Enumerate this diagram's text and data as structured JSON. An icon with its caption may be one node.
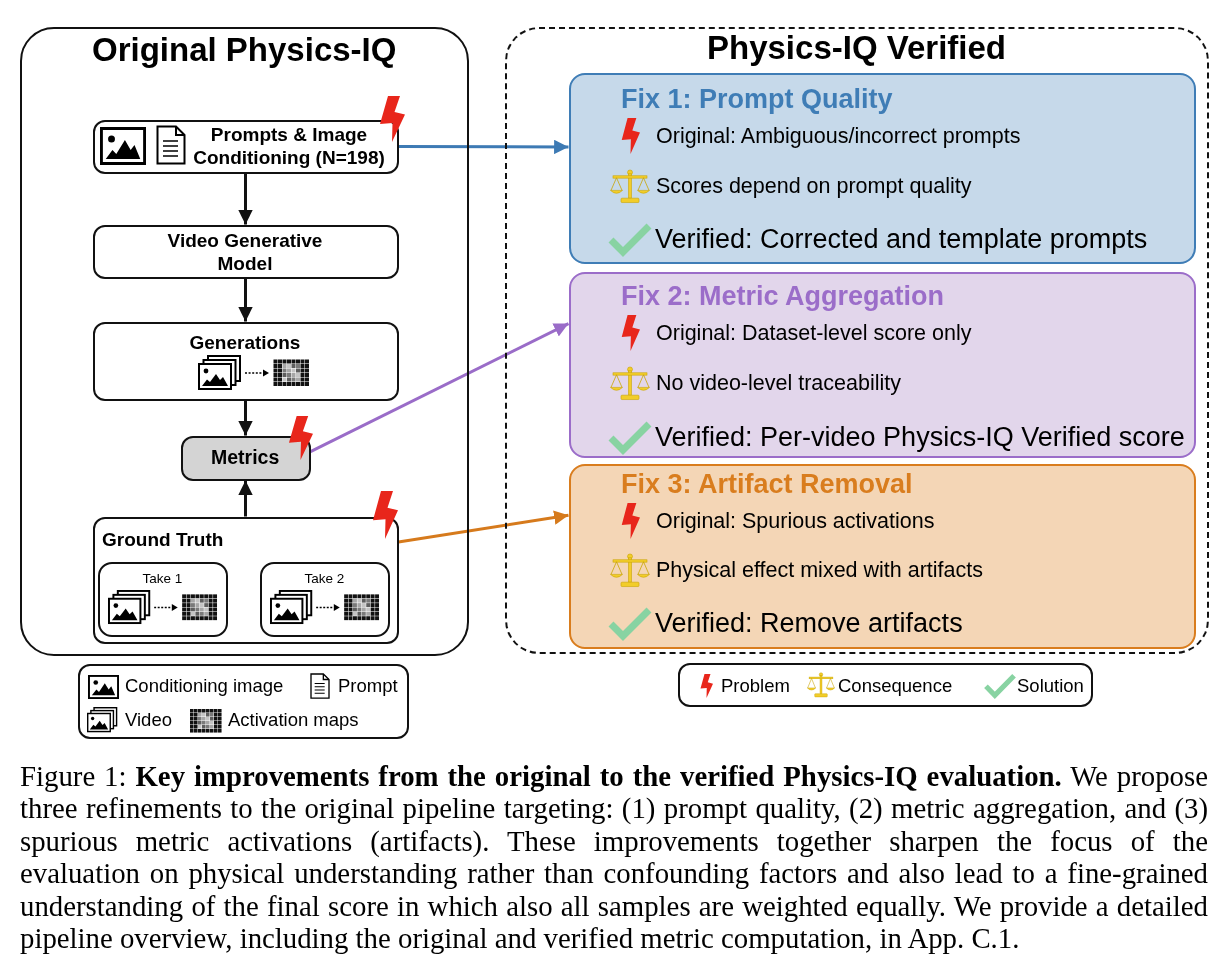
{
  "diagram": {
    "nodes": [
      {
        "text": [
          "Original Physics-IQ"
        ]
      },
      {
        "text": [
          "Prompts & Image Conditioning (N=198)"
        ],
        "in": 0
      },
      {
        "text": [
          "Video Generative Model"
        ],
        "in": 0
      },
      {
        "text": [
          "Generations"
        ],
        "in": 0
      },
      {
        "text": [
          "Metrics"
        ],
        "in": 0
      },
      {
        "text": [
          "Ground Truth"
        ],
        "in": 0
      },
      {
        "text": [
          "Take 1"
        ],
        "in": 5
      },
      {
        "text": [
          "Take 2"
        ],
        "in": 5
      },
      {
        "text": [
          "Physics-IQ Verified"
        ]
      },
      {
        "text": [
          "Fix 1: Prompt Quality",
          "Original: Ambiguous/incorrect prompts",
          "Scores depend on prompt quality",
          "Verified: Corrected and template prompts"
        ],
        "in": 8
      },
      {
        "text": [
          "Fix 2: Metric Aggregation",
          "Original: Dataset-level score only",
          "No video-level traceability",
          "Verified: Per-video Physics-IQ Verified score"
        ],
        "in": 8
      },
      {
        "text": [
          "Fix 3: Artifact Removal",
          "Original: Spurious activations",
          "Physical effect mixed with artifacts",
          "Verified: Remove artifacts"
        ],
        "in": 8
      }
    ],
    "edges": [
      {
        "from": 1,
        "to": 2,
        "arrow": "to"
      },
      {
        "from": 2,
        "to": 3,
        "arrow": "to"
      },
      {
        "from": 3,
        "to": 4,
        "arrow": "to"
      },
      {
        "from": 5,
        "to": 4,
        "arrow": "to"
      },
      {
        "from": 1,
        "to": 9,
        "arrow": "to",
        "color": "#3d7ab4"
      },
      {
        "from": 4,
        "to": 10,
        "arrow": "to",
        "color": "#9a6cc8"
      },
      {
        "from": 5,
        "to": 11,
        "arrow": "to",
        "color": "#d67a1c"
      }
    ],
    "legend": [
      {
        "text": "Conditioning image"
      },
      {
        "text": "Prompt"
      },
      {
        "text": "Video"
      },
      {
        "text": "Activation maps"
      },
      {
        "text": "Problem"
      },
      {
        "text": "Consequence"
      },
      {
        "text": "Solution"
      }
    ],
    "caption": "Figure 1: **Key improvements from the original to the verified Physics-IQ evaluation.** We propose three refinements to the original pipeline targeting: (1) prompt quality, (2) metric aggregation, and (3) spurious metric activations (artifacts). These improvements together sharpen the focus of the evaluation on physical understanding rather than confounding factors and also lead to a fine-grained understanding of the final score in which also all samples are weighted equally. We provide a detailed pipeline overview, including the original and verified metric computation, in App. C.1."
  }
}
